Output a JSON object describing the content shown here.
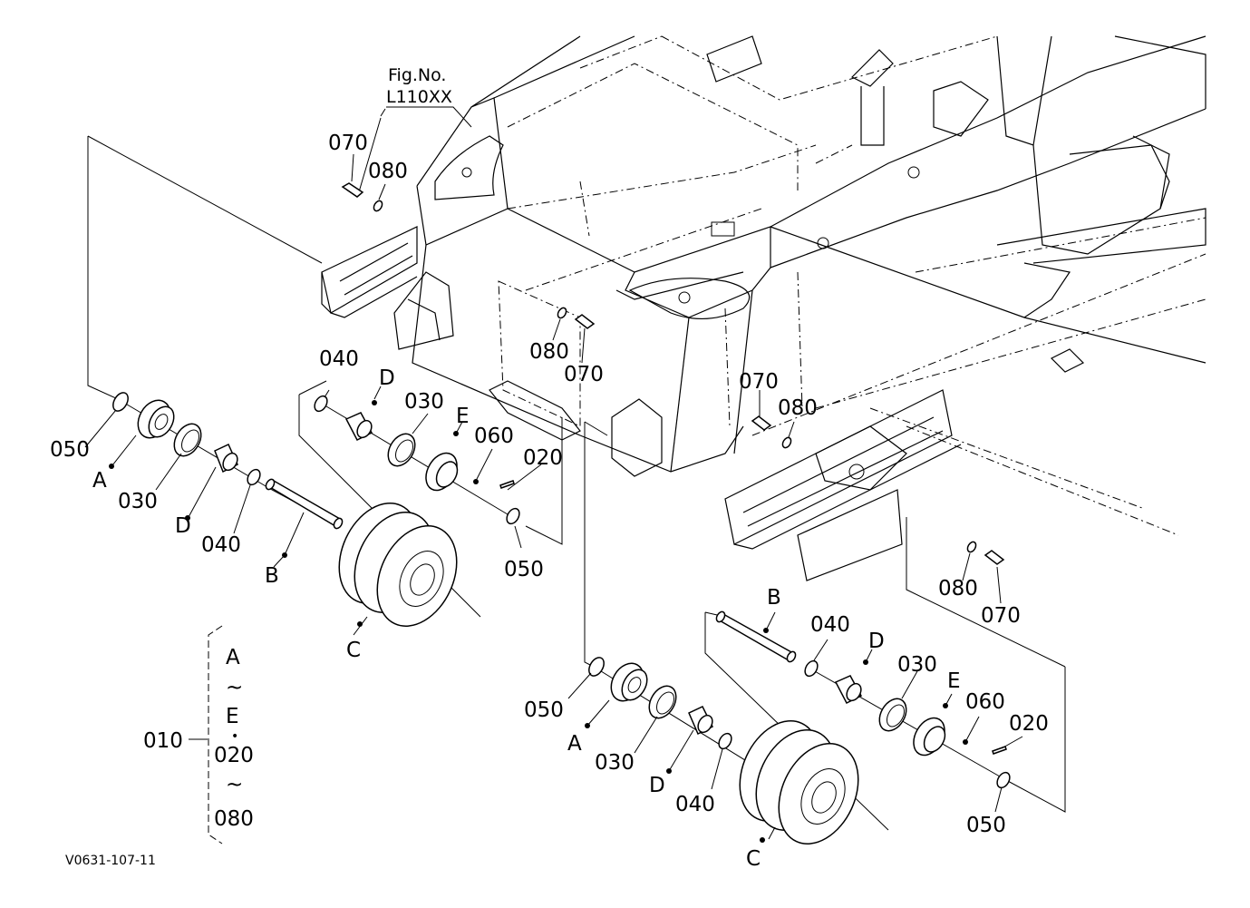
{
  "figure": {
    "fig_no_label": "Fig.No.",
    "fig_no_value": "L110XX",
    "drawing_code": "V0631-107-11"
  },
  "kit": {
    "label": "010",
    "range_top_start": "A",
    "range_top_tilde": "~",
    "range_top_end": "E",
    "dot": "•",
    "range_bottom_start": "020",
    "range_bottom_tilde": "~",
    "range_bottom_end": "080"
  },
  "callouts": {
    "c070_top": "070",
    "c080_top": "080",
    "c080_mid": "080",
    "c070_mid": "070",
    "c070_right": "070",
    "c080_right": "080",
    "c080_far": "080",
    "c070_far": "070",
    "l_050_outer": "050",
    "l_A": "A",
    "l_030_outer": "030",
    "l_D_outer": "D",
    "l_040_outer": "040",
    "l_B": "B",
    "l_C": "C",
    "l_040_inner": "040",
    "l_D_inner": "D",
    "l_030_inner": "030",
    "l_E": "E",
    "l_060": "060",
    "l_020": "020",
    "l_050_inner": "050",
    "r_B": "B",
    "r_040": "040",
    "r_D": "D",
    "r_030": "030",
    "r_E": "E",
    "r_060": "060",
    "r_020": "020",
    "r_050": "050",
    "r_050_outer": "050",
    "r_A": "A",
    "r_030_outer": "030",
    "r_D_outer": "D",
    "r_040_outer": "040",
    "r_C": "C"
  }
}
